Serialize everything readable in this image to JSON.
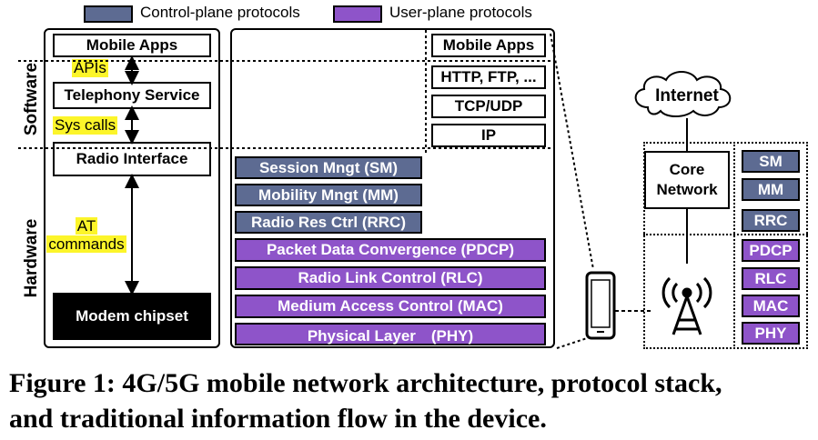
{
  "legend": {
    "control_plane": "Control-plane protocols",
    "user_plane": "User-plane protocols",
    "control_color": "#5d6b92",
    "user_color": "#8e54c9"
  },
  "left": {
    "section_software": "Software",
    "section_hardware": "Hardware",
    "mobile_apps": "Mobile Apps",
    "apis": "APIs",
    "telephony_service": "Telephony Service",
    "sys_calls": "Sys calls",
    "radio_interface": "Radio Interface",
    "at_commands_line1": "AT",
    "at_commands_line2": "commands",
    "modem_chipset": "Modem chipset"
  },
  "stack": {
    "software": [
      "Mobile Apps",
      "HTTP, FTP, ...",
      "TCP/UDP",
      "IP"
    ],
    "control": [
      "Session Mngt (SM)",
      "Mobility Mngt (MM)",
      "Radio Res Ctrl (RRC)"
    ],
    "user": [
      "Packet Data Convergence (PDCP)",
      "Radio Link Control (RLC)",
      "Medium Access Control (MAC)",
      "Physical Layer　(PHY)"
    ]
  },
  "network": {
    "internet": "Internet",
    "core_network_line1": "Core",
    "core_network_line2": "Network",
    "control": [
      "SM",
      "MM",
      "RRC"
    ],
    "user": [
      "PDCP",
      "RLC",
      "MAC",
      "PHY"
    ]
  },
  "caption": {
    "line1": "Figure 1: 4G/5G mobile network architecture, protocol stack,",
    "line2": "and traditional information flow in the device."
  }
}
